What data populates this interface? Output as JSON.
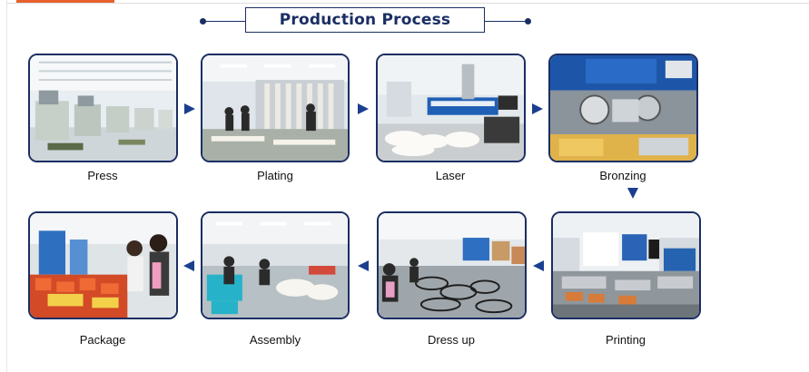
{
  "header": {
    "title": "Production Process"
  },
  "steps": [
    {
      "id": "press",
      "label": "Press",
      "icon": "factory-machines-photo"
    },
    {
      "id": "plating",
      "label": "Plating",
      "icon": "plating-line-photo"
    },
    {
      "id": "laser",
      "label": "Laser",
      "icon": "laser-machine-photo"
    },
    {
      "id": "bronzing",
      "label": "Bronzing",
      "icon": "bronzing-machine-photo"
    },
    {
      "id": "printing",
      "label": "Printing",
      "icon": "printing-machine-photo"
    },
    {
      "id": "dress_up",
      "label": "Dress up",
      "icon": "dress-up-workshop-photo"
    },
    {
      "id": "assembly",
      "label": "Assembly",
      "icon": "assembly-line-photo"
    },
    {
      "id": "package",
      "label": "Package",
      "icon": "packaging-workers-photo"
    }
  ],
  "colors": {
    "navy": "#1b2e63",
    "accent": "#e8602c",
    "arrow": "#1a3f8f"
  }
}
